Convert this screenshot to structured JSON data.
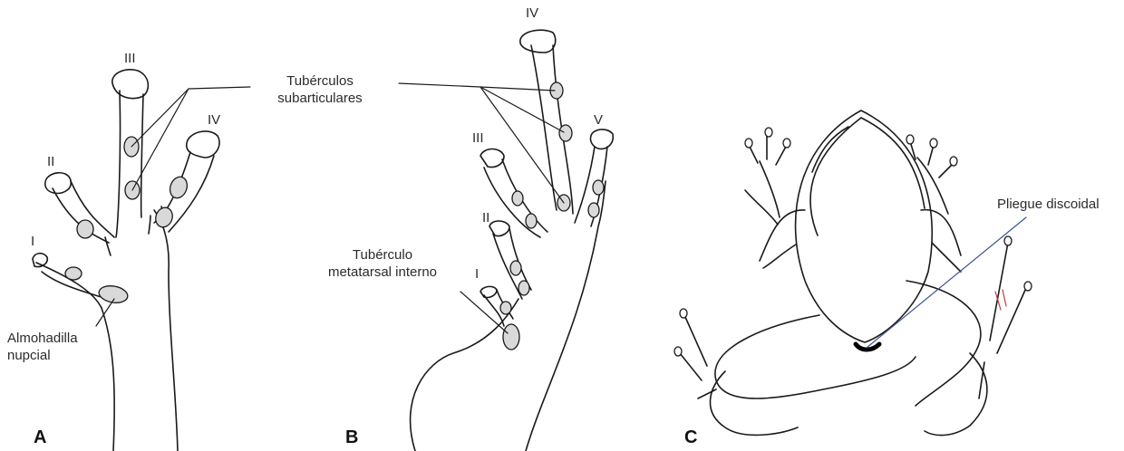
{
  "panels": {
    "a": {
      "letter": "A",
      "digits": [
        "I",
        "II",
        "III",
        "IV"
      ],
      "label_nuptial": "Almohadilla\nnupcial"
    },
    "b": {
      "letter": "B",
      "digits": [
        "I",
        "II",
        "III",
        "IV",
        "V"
      ],
      "label_metatarsal": "Tubérculo\nmetatarsal interno"
    },
    "c": {
      "letter": "C",
      "label_fold": "Pliegue discoidal"
    }
  },
  "shared": {
    "label_subarticular": "Tubérculos\nsubarticulares"
  },
  "colors": {
    "outline": "#1a1a1a",
    "tubercle_fill": "#d9d9d9",
    "pointer_line": "#1a1a1a",
    "fold_pointer": "#3b4f8f",
    "fold_mark": "#000000",
    "accent_red": "#c23b3b"
  }
}
